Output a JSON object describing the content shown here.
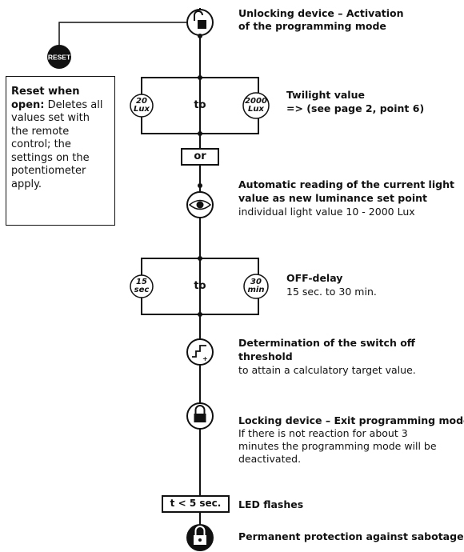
{
  "reset_badge": "RESET",
  "reset_note": {
    "bold": "Reset when open:",
    "text": " Deletes all values set with the remote control; the settings on the potentiometer apply."
  },
  "steps": {
    "unlock": {
      "title1": "Unlocking device – Activation",
      "title2": "of the programming mode"
    },
    "twilight": {
      "min": "20",
      "min_unit": "Lux",
      "to": "to",
      "max": "2000",
      "max_unit": "Lux",
      "title": "Twilight value",
      "subtitle": "=> (see page 2, point 6)"
    },
    "or_label": "or",
    "auto": {
      "title1": "Automatic reading of the current light",
      "title2": "value as new luminance set point",
      "text": "individual light value 10 - 2000 Lux"
    },
    "offdelay": {
      "min": "15",
      "min_unit": "sec",
      "to": "to",
      "max": "30",
      "max_unit": "min",
      "title": "OFF-delay",
      "text": "15 sec. to 30 min."
    },
    "threshold": {
      "title1": "Determination of the switch off",
      "title2": "threshold",
      "text": "to attain a calculatory target value."
    },
    "lock": {
      "title": "Locking device – Exit programming mode",
      "text1": "If there is not reaction for about 3",
      "text2": "minutes the programming mode will be",
      "text3": "deactivated."
    },
    "led": {
      "box": "t < 5 sec.",
      "title": "LED flashes"
    },
    "sabotage": {
      "title": "Permanent protection against sabotage"
    }
  }
}
